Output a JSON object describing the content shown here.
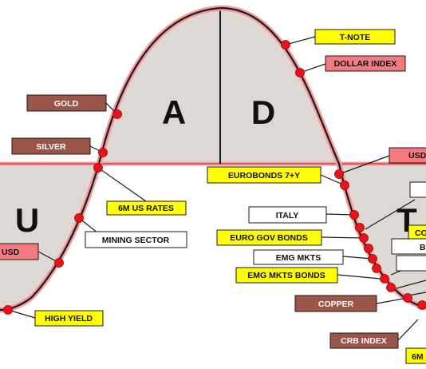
{
  "phases": {
    "a": "A",
    "d": "D",
    "u": "U",
    "t": "T"
  },
  "labels": {
    "t_note": "T-NOTE",
    "dollar_index": "DOLLAR INDEX",
    "gold": "GOLD",
    "silver": "SILVER",
    "usd_right": "USD",
    "eurobonds": "EUROBONDS 7+Y",
    "six_m_us_rates": "6M US RATES",
    "italy": "ITALY",
    "mining_sector": "MINING SECTOR",
    "euro_gov_bonds": "EURO GOV BONDS",
    "usd_left": "USD",
    "emg_mkts": "EMG MKTS",
    "emg_mkts_bonds": "EMG MKTS BONDS",
    "copper": "COPPER",
    "high_yield": "HIGH YIELD",
    "crb_index": "CRB INDEX",
    "cut_co": "CO",
    "cut_b": "B",
    "cut_6m": "6M"
  },
  "colors": {
    "yellow_label": "#ffff00",
    "salmon_label": "#f47a80",
    "brown_label": "#9a5548",
    "white_label": "#ffffff",
    "marker": "#e8131b",
    "cycle_fill": "#ddd8d3",
    "cycle_line": "#1a1a1a",
    "glow": "#f49a9a"
  }
}
